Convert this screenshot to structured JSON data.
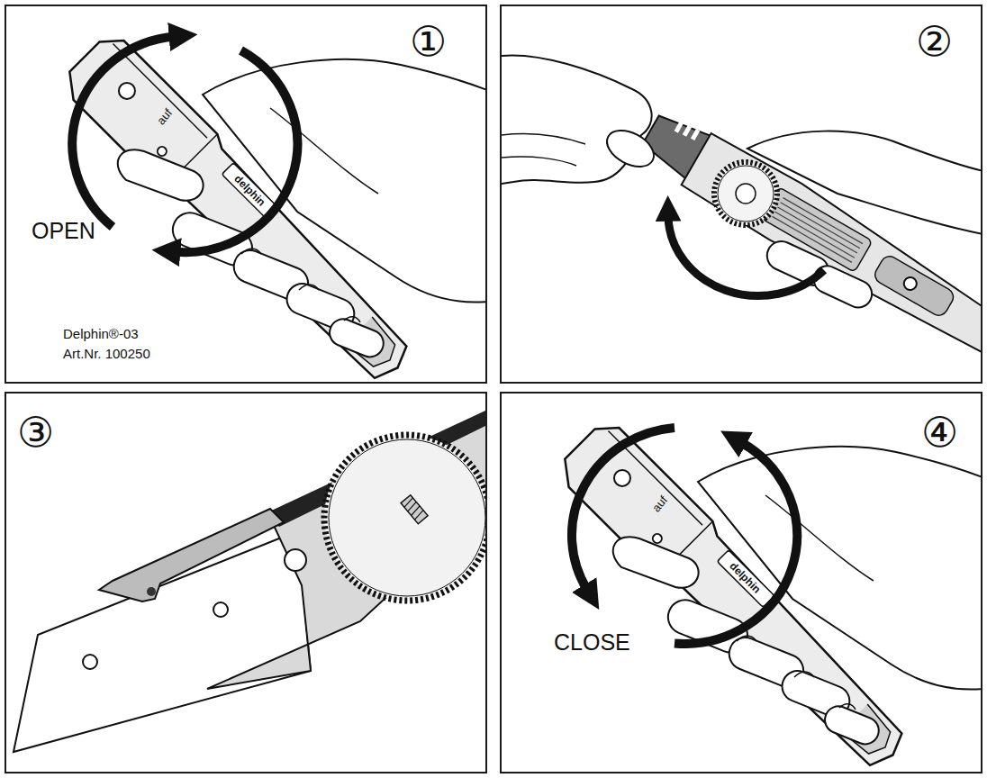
{
  "diagram": {
    "nodes": [
      {
        "text": [
          "①",
          "OPEN",
          "Delphin®-03",
          "Art.Nr. 100250"
        ]
      },
      {
        "text": [
          "②"
        ]
      },
      {
        "text": [
          "③"
        ]
      },
      {
        "text": [
          "④",
          "CLOSE"
        ]
      }
    ],
    "labels": [
      "auf",
      "delphin",
      "auf",
      "delphin"
    ]
  }
}
